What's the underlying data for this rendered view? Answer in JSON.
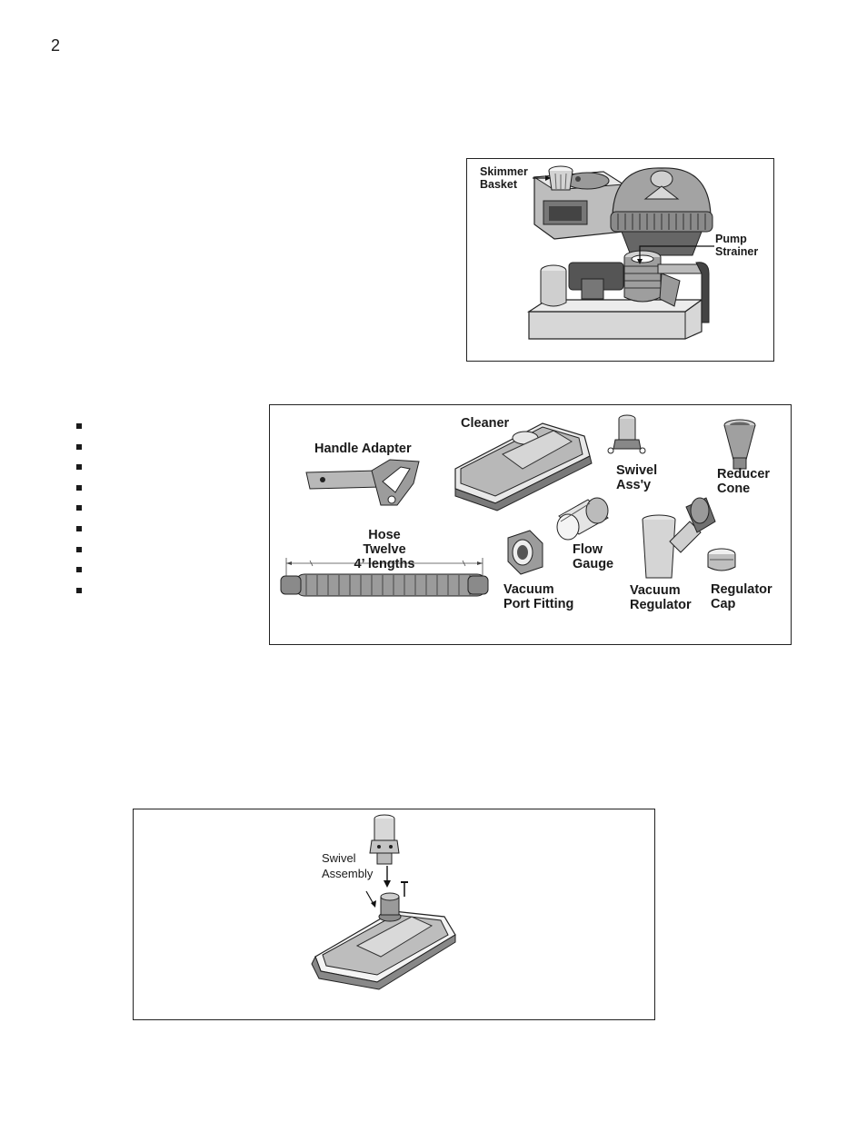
{
  "page": {
    "number": "2"
  },
  "figure_equipment": {
    "skimmer_basket": [
      "Skimmer",
      "Basket"
    ],
    "pump_strainer": [
      "Pump",
      "Strainer"
    ]
  },
  "figure_parts": {
    "cleaner": "Cleaner",
    "handle_adapter": "Handle Adapter",
    "swivel": [
      "Swivel",
      "Ass'y"
    ],
    "reducer_cone": [
      "Reducer",
      "Cone"
    ],
    "hose": [
      "Hose",
      "Twelve",
      "4’ lengths"
    ],
    "flow_gauge": [
      "Flow",
      "Gauge"
    ],
    "vacuum_port_fitting": [
      "Vacuum",
      "Port Fitting"
    ],
    "vacuum_regulator": [
      "Vacuum",
      "Regulator"
    ],
    "regulator_cap": [
      "Regulator",
      "Cap"
    ]
  },
  "bullet_list": {
    "count": 9
  },
  "figure_assembly": {
    "swivel_assembly": [
      "Swivel",
      "Assembly"
    ]
  }
}
